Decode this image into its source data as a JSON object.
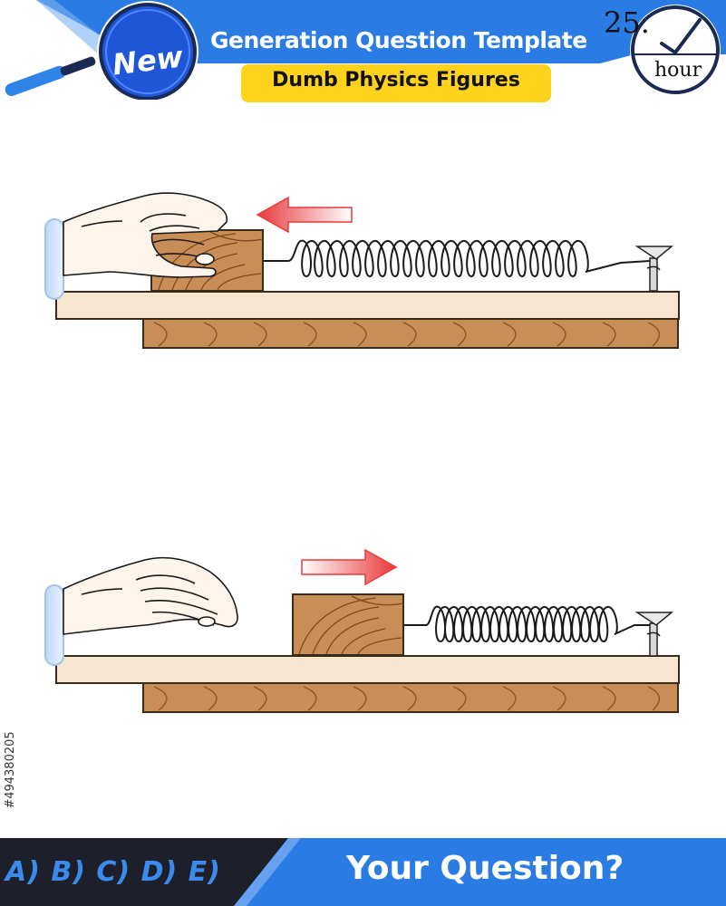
{
  "header": {
    "badge": "New",
    "title": "Generation Question Template",
    "subtitle": "Dumb Physics Figures",
    "timer_number": "25.",
    "timer_unit": "hour"
  },
  "footer": {
    "answer_choices": "A) B) C) D) E)",
    "prompt": "Your Question?"
  },
  "stock_id": "#494380205",
  "colors": {
    "header_blue": "#2a7be4",
    "badge_blue": "#1e56d8",
    "subtitle_yellow": "#ffd21c",
    "arrow_red": "#e84343",
    "wood": "#c98d57",
    "table_top": "#f7e5cf",
    "footer_dark": "#1d1f2a"
  },
  "icons": [
    "magnifier-icon",
    "clock-check-icon",
    "hand-icon",
    "spring-icon",
    "nail-icon",
    "arrow-left-icon",
    "arrow-right-icon"
  ]
}
